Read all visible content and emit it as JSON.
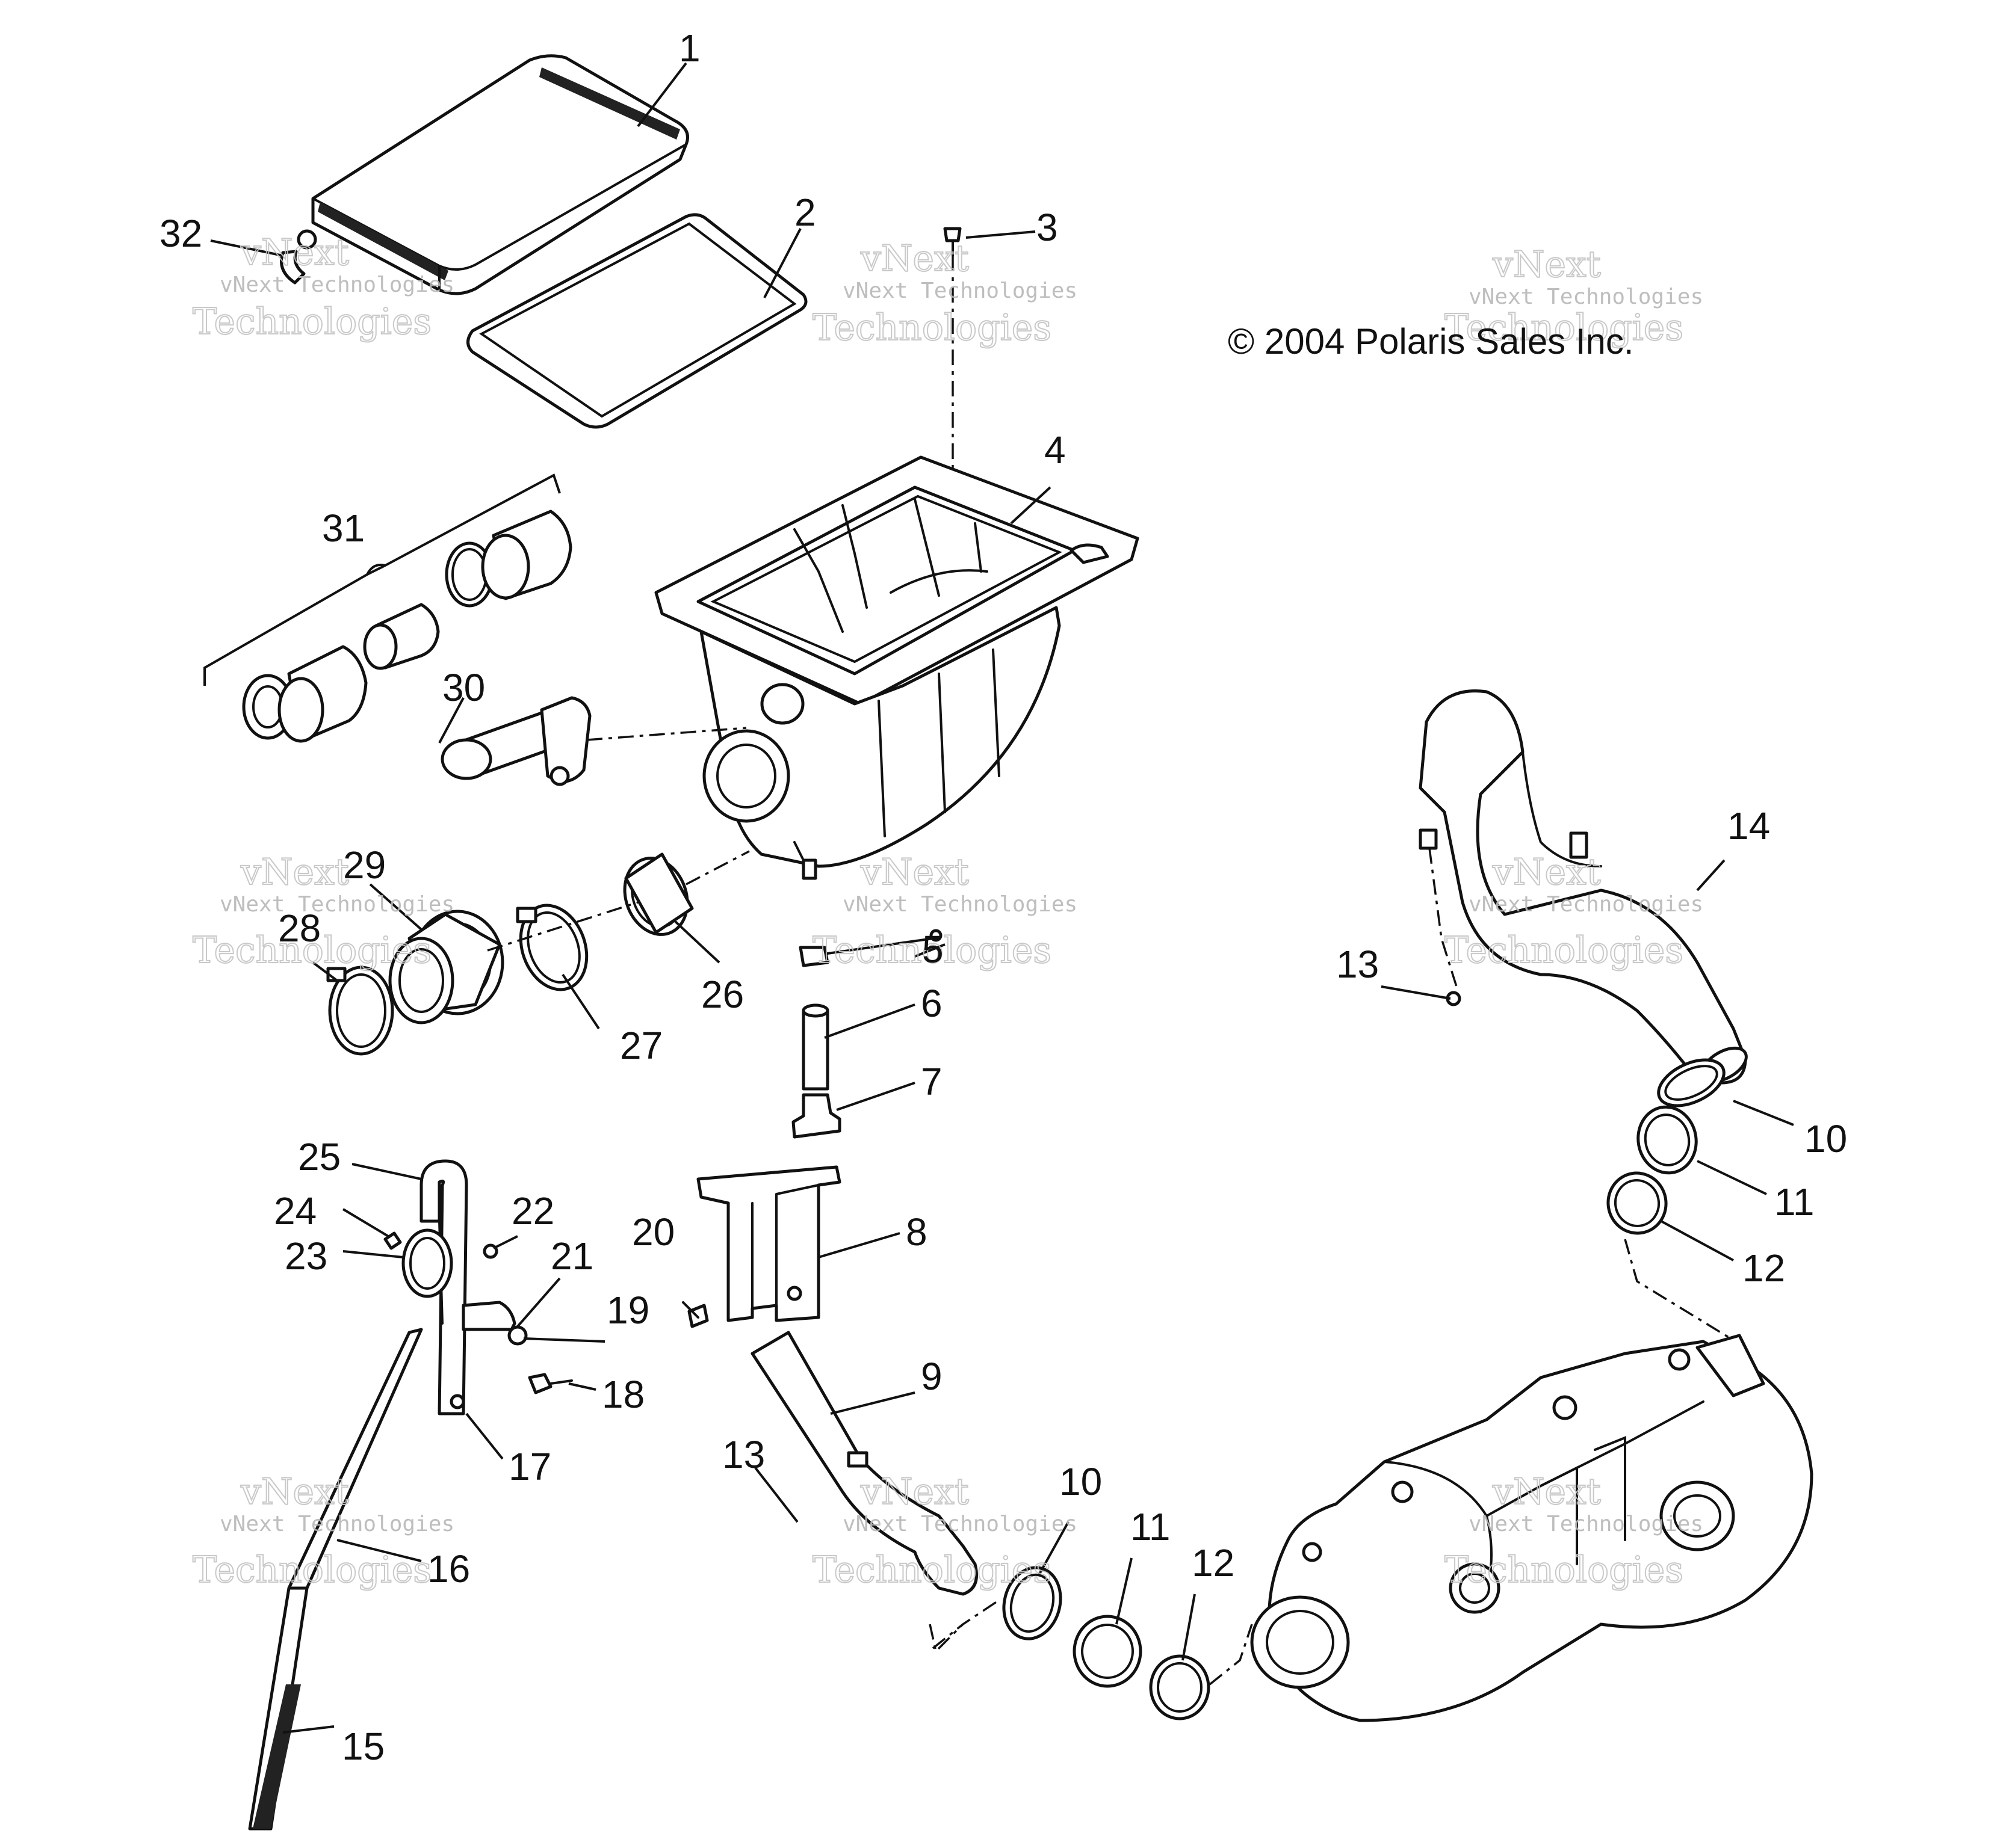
{
  "copyright": "© 2004 Polaris Sales Inc.",
  "watermark": {
    "line1": "vNext",
    "line2": "vNext Technologies",
    "line3": "Technologies"
  },
  "callouts": [
    "1",
    "2",
    "3",
    "4",
    "5",
    "6",
    "7",
    "8",
    "9",
    "10",
    "10",
    "11",
    "11",
    "12",
    "12",
    "13",
    "13",
    "14",
    "15",
    "16",
    "17",
    "18",
    "19",
    "20",
    "21",
    "22",
    "23",
    "24",
    "25",
    "26",
    "27",
    "28",
    "29",
    "30",
    "31",
    "32"
  ]
}
